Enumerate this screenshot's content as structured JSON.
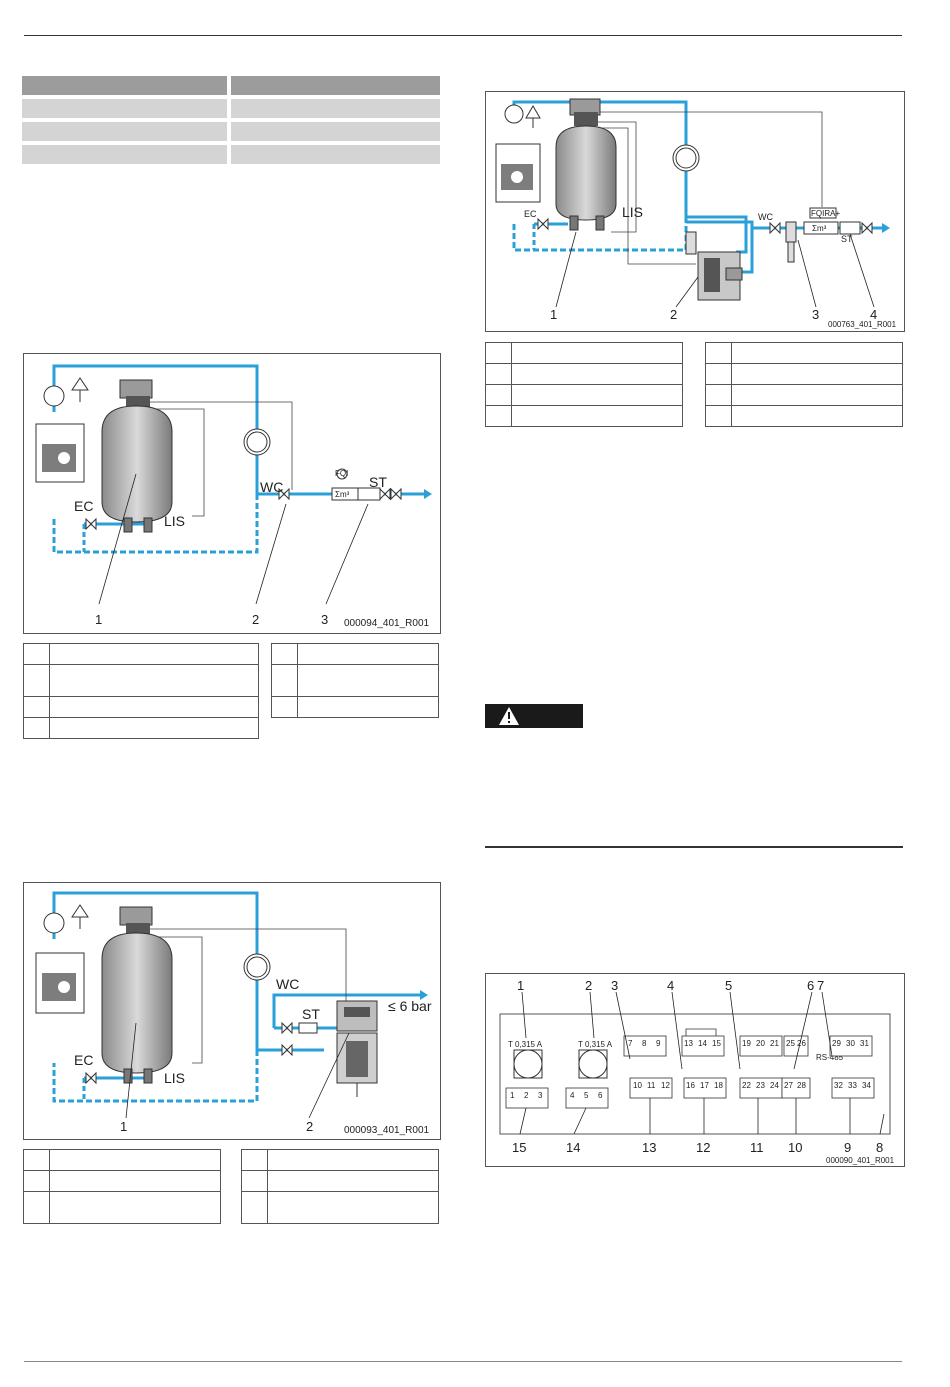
{
  "figures": {
    "fig1": {
      "labels": {
        "ec": "EC",
        "lis": "LIS",
        "wc": "WC",
        "st": "ST",
        "fqi": "FQI",
        "meter": "Σm³"
      },
      "refs": [
        "1",
        "2",
        "3"
      ],
      "code": "000094_401_R001"
    },
    "fig2": {
      "labels": {
        "ec": "EC",
        "lis": "LIS",
        "wc": "WC",
        "st": "ST",
        "pressure": "≤ 6 bar"
      },
      "refs": [
        "1",
        "2"
      ],
      "code": "000093_401_R001"
    },
    "fig3": {
      "labels": {
        "ec": "EC",
        "lis": "LIS",
        "wc": "WC",
        "st": "ST",
        "fqira": "FQIRA+",
        "meter": "Σm³"
      },
      "refs": [
        "1",
        "2",
        "3",
        "4"
      ],
      "code": "000763_401_R001"
    },
    "fig4": {
      "top_refs": [
        "1",
        "2",
        "3",
        "4",
        "5",
        "6",
        "7"
      ],
      "bottom_refs": [
        "15",
        "14",
        "13",
        "12",
        "11",
        "10",
        "9",
        "8"
      ],
      "fuse_label": "T 0,315 A",
      "rs485": "RS-485",
      "terminals": [
        "1",
        "2",
        "3",
        "4",
        "5",
        "6",
        "7",
        "8",
        "9",
        "10",
        "11",
        "12",
        "13",
        "14",
        "15",
        "16",
        "17",
        "18",
        "19",
        "20",
        "21",
        "22",
        "23",
        "24",
        "25",
        "26",
        "27",
        "28",
        "29",
        "30",
        "31",
        "32",
        "33",
        "34"
      ],
      "code": "000090_401_R001"
    }
  }
}
